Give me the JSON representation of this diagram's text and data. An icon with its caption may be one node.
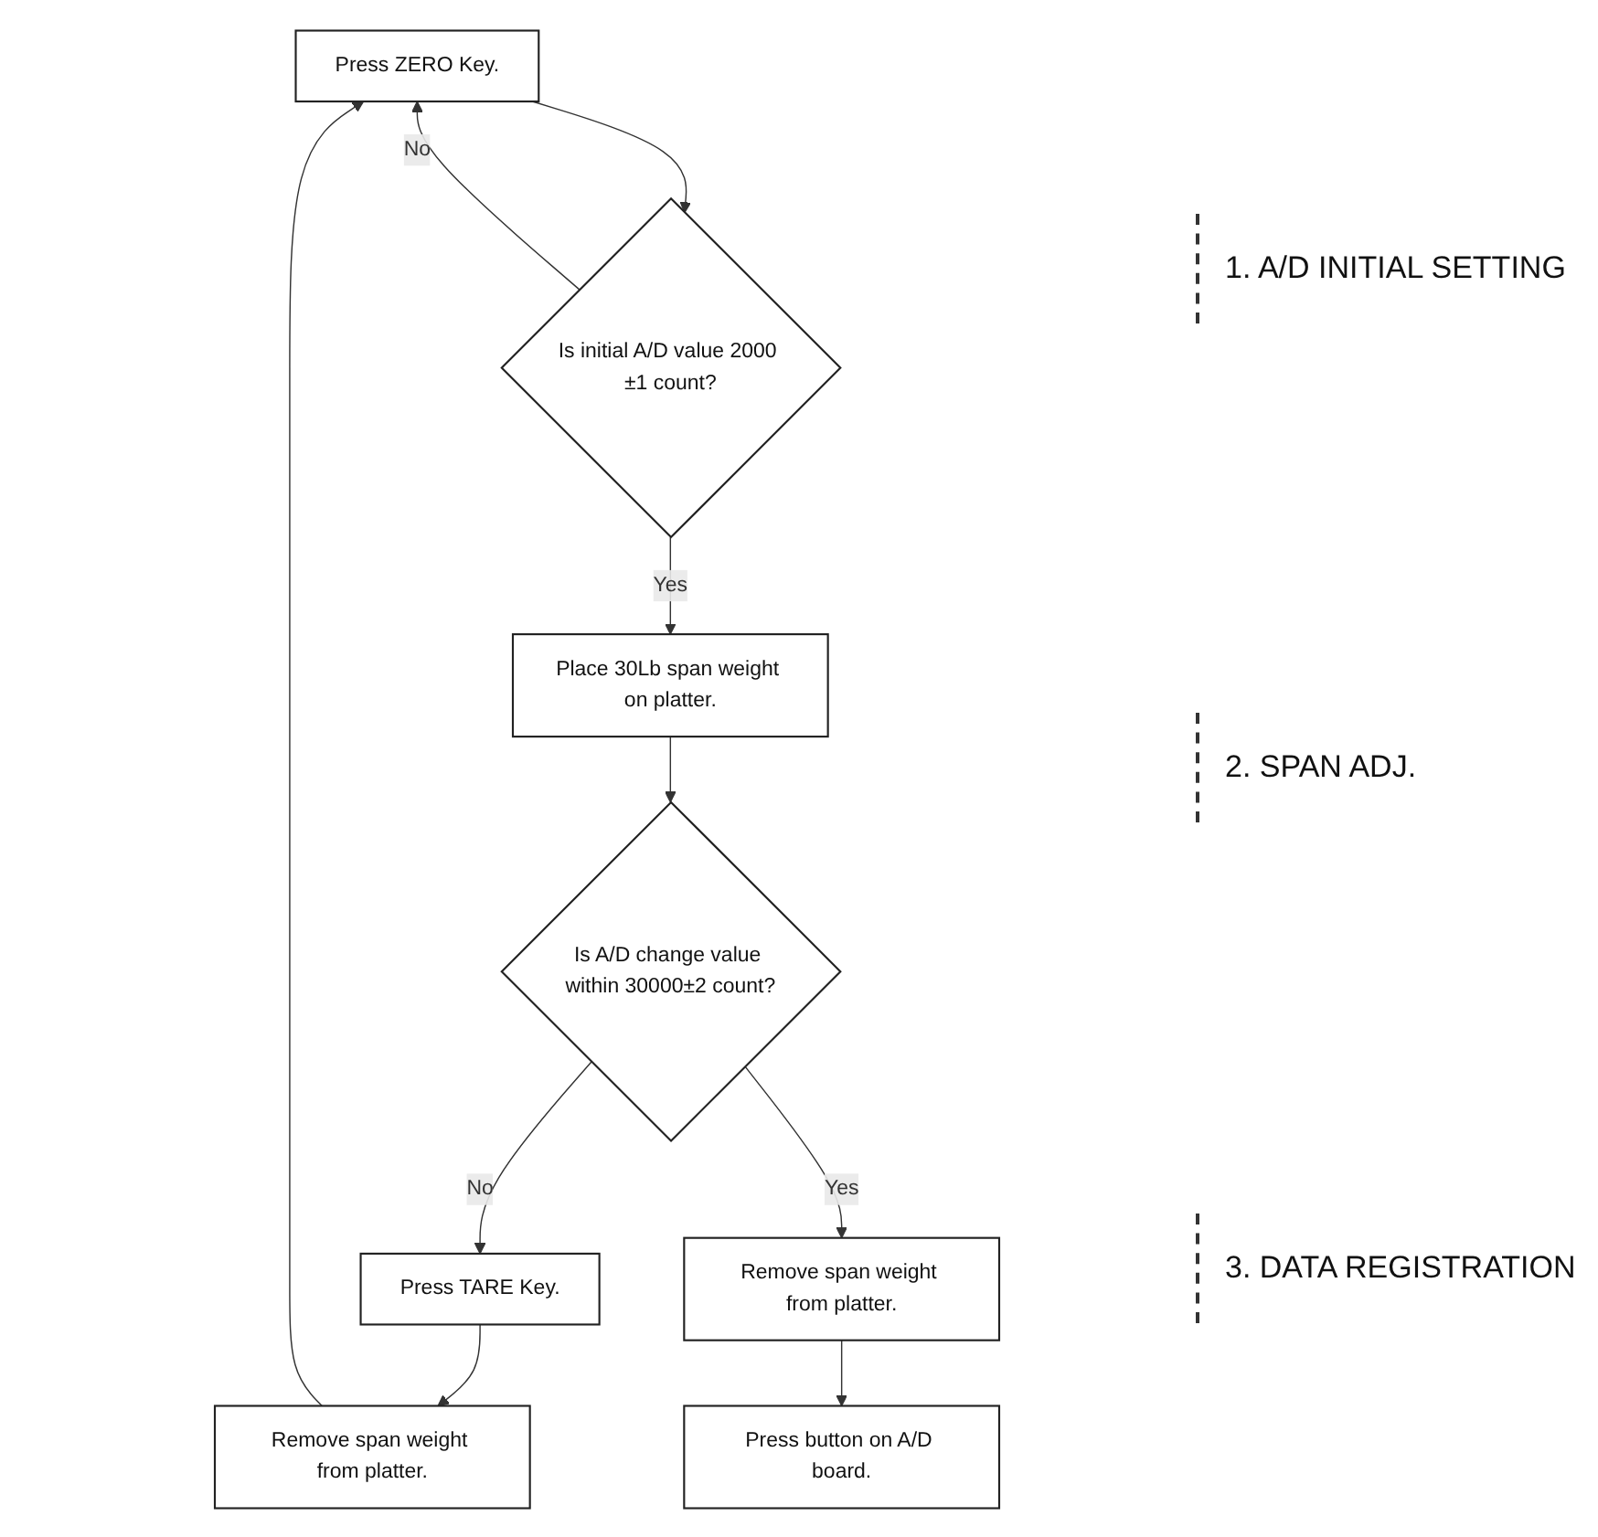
{
  "diagram": {
    "nodes": [
      {
        "text": [
          "Press ZERO Key."
        ]
      },
      {
        "text": [
          "Is initial A/D value 2000 ±1 count?"
        ]
      },
      {
        "text": [
          "Remove span weight from platter."
        ]
      },
      {
        "text": [
          "Press TARE Key."
        ]
      },
      {
        "text": [
          "Place 30Lb span weight on platter."
        ]
      },
      {
        "text": [
          "Is A/D change value within 30000±2 count?"
        ]
      },
      {
        "text": [
          "Remove span weight from platter."
        ]
      },
      {
        "text": [
          "Press button on A/D board."
        ]
      }
    ],
    "edges": [
      {
        "from": 0,
        "to": 1,
        "arrow": "to"
      },
      {
        "from": 1,
        "to": 0,
        "label": "No",
        "arrow": "to"
      },
      {
        "from": 2,
        "to": 0,
        "arrow": "to"
      },
      {
        "from": 1,
        "to": 4,
        "label": "Yes",
        "arrow": "to"
      },
      {
        "from": 4,
        "to": 5,
        "arrow": "to"
      },
      {
        "from": 5,
        "to": 3,
        "label": "No",
        "arrow": "to"
      },
      {
        "from": 3,
        "to": 2,
        "arrow": "to"
      },
      {
        "from": 5,
        "to": 6,
        "label": "Yes",
        "arrow": "to"
      },
      {
        "from": 6,
        "to": 7,
        "arrow": "to"
      }
    ],
    "labels": [
      "1. A/D INITIAL SETTING",
      "2. SPAN ADJ.",
      "3. DATA REGISTRATION"
    ]
  }
}
